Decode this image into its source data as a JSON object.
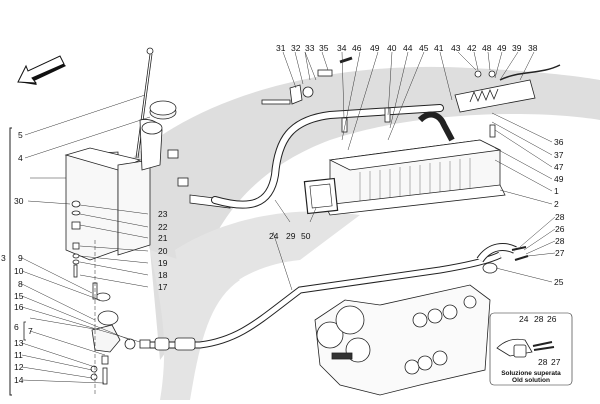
{
  "diagram": {
    "title": "Oil tank / oil pump exploded parts diagram",
    "colors": {
      "swoosh": "#dcdcdc",
      "line": "#222222",
      "part": "#f4f4f4"
    },
    "direction_arrow": "arrow-front-icon",
    "top_labels": [
      "31",
      "32",
      "33",
      "35",
      "34",
      "46",
      "49",
      "40",
      "44",
      "45",
      "41",
      "43",
      "42",
      "48",
      "49",
      "39",
      "38"
    ],
    "right_labels": [
      "36",
      "37",
      "47",
      "49",
      "1",
      "2",
      "28",
      "26",
      "28",
      "27",
      "25"
    ],
    "left_labels": [
      "5",
      "4",
      "30",
      "3",
      "9",
      "10",
      "8",
      "15",
      "16",
      "6",
      "7",
      "13",
      "11",
      "12",
      "14"
    ],
    "mid_labels": [
      "23",
      "22",
      "21",
      "20",
      "19",
      "18",
      "17"
    ],
    "center_labels": [
      "24",
      "29",
      "50"
    ],
    "inset": {
      "labels": [
        "24",
        "28",
        "26",
        "28",
        "27"
      ],
      "caption_it": "Soluzione superata",
      "caption_en": "Old solution"
    }
  }
}
